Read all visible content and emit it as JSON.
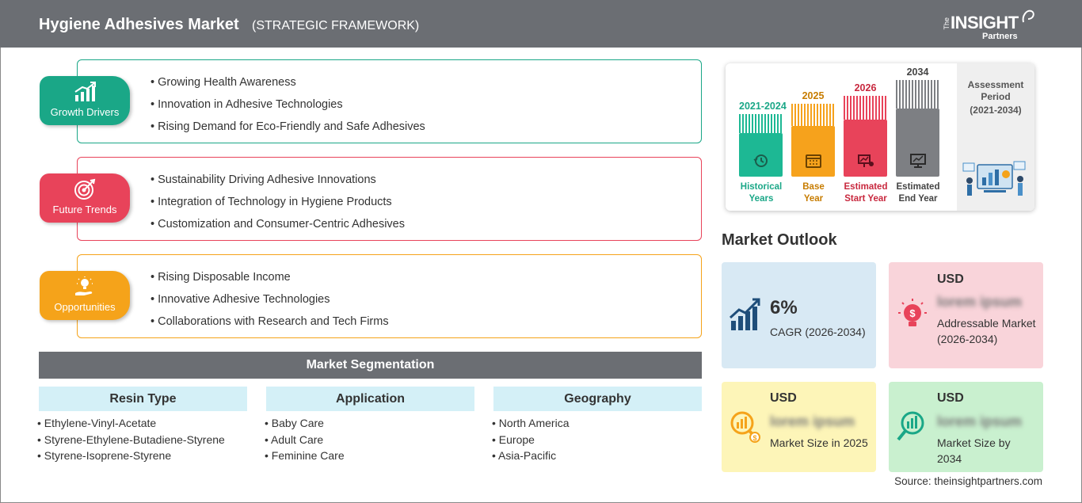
{
  "header": {
    "title": "Hygiene Adhesives Market",
    "subtitle": "(STRATEGIC FRAMEWORK)",
    "logo": {
      "the": "The",
      "insight": "INSIGHT",
      "partners": "Partners"
    }
  },
  "framework": [
    {
      "label": "Growth Drivers",
      "color": "#1aa787",
      "icon": "growth-chart-icon",
      "items": [
        "Growing Health Awareness",
        "Innovation in Adhesive Technologies",
        "Rising Demand for Eco-Friendly and Safe Adhesives"
      ]
    },
    {
      "label": "Future Trends",
      "color": "#e8435a",
      "icon": "target-icon",
      "items": [
        "Sustainability Driving Adhesive Innovations",
        "Integration of Technology in Hygiene Products",
        "Customization and Consumer-Centric Adhesives"
      ]
    },
    {
      "label": "Opportunities",
      "color": "#f5a31a",
      "icon": "lightbulb-hand-icon",
      "items": [
        "Rising Disposable Income",
        "Innovative Adhesive Technologies",
        "Collaborations with Research and Tech Firms"
      ]
    }
  ],
  "segmentation": {
    "title": "Market Segmentation",
    "columns": [
      {
        "heading": "Resin Type",
        "items": [
          "Ethylene-Vinyl-Acetate",
          "Styrene-Ethylene-Butadiene-Styrene",
          "Styrene-Isoprene-Styrene"
        ]
      },
      {
        "heading": "Application",
        "items": [
          "Baby Care",
          "Adult Care",
          "Feminine Care"
        ]
      },
      {
        "heading": "Geography",
        "items": [
          "North America",
          "Europe",
          "Asia-Pacific"
        ]
      }
    ]
  },
  "timeline": {
    "columns": [
      {
        "year": "2021-2024",
        "caption1": "Historical",
        "caption2": "Years",
        "color": "#1db894",
        "text_color": "#1aa787",
        "icon": "history-icon"
      },
      {
        "year": "2025",
        "caption1": "Base",
        "caption2": "Year",
        "color": "#f6a21c",
        "text_color": "#c77c00",
        "icon": "calendar-icon"
      },
      {
        "year": "2026",
        "caption1": "Estimated",
        "caption2": "Start Year",
        "color": "#e8435a",
        "text_color": "#c8283e",
        "icon": "presentation-icon"
      },
      {
        "year": "2034",
        "caption1": "Estimated",
        "caption2": "End Year",
        "color": "#7d7f83",
        "text_color": "#444444",
        "icon": "monitor-chart-icon"
      }
    ],
    "assessment_label": "Assessment Period",
    "assessment_period": "(2021-2034)"
  },
  "outlook": {
    "title": "Market Outlook",
    "cagr": {
      "value": "6%",
      "label": "CAGR (2026-2034)",
      "bg": "#d8e9f4",
      "icon": "rising-bars-icon"
    },
    "addressable": {
      "currency": "USD",
      "value": "lorem ipsum",
      "label": "Addressable Market (2026-2034)",
      "bg": "#f9d4da",
      "icon": "lightbulb-dollar-icon"
    },
    "size_2025": {
      "currency": "USD",
      "value": "lorem ipsum",
      "label": "Market Size in 2025",
      "bg": "#fdf5b8",
      "icon": "magnifier-dollar-icon"
    },
    "size_2034": {
      "currency": "USD",
      "value": "lorem ipsum",
      "label": "Market Size by 2034",
      "bg": "#c9f0cf",
      "icon": "magnifier-chart-icon"
    }
  },
  "source": "Source: theinsightpartners.com"
}
